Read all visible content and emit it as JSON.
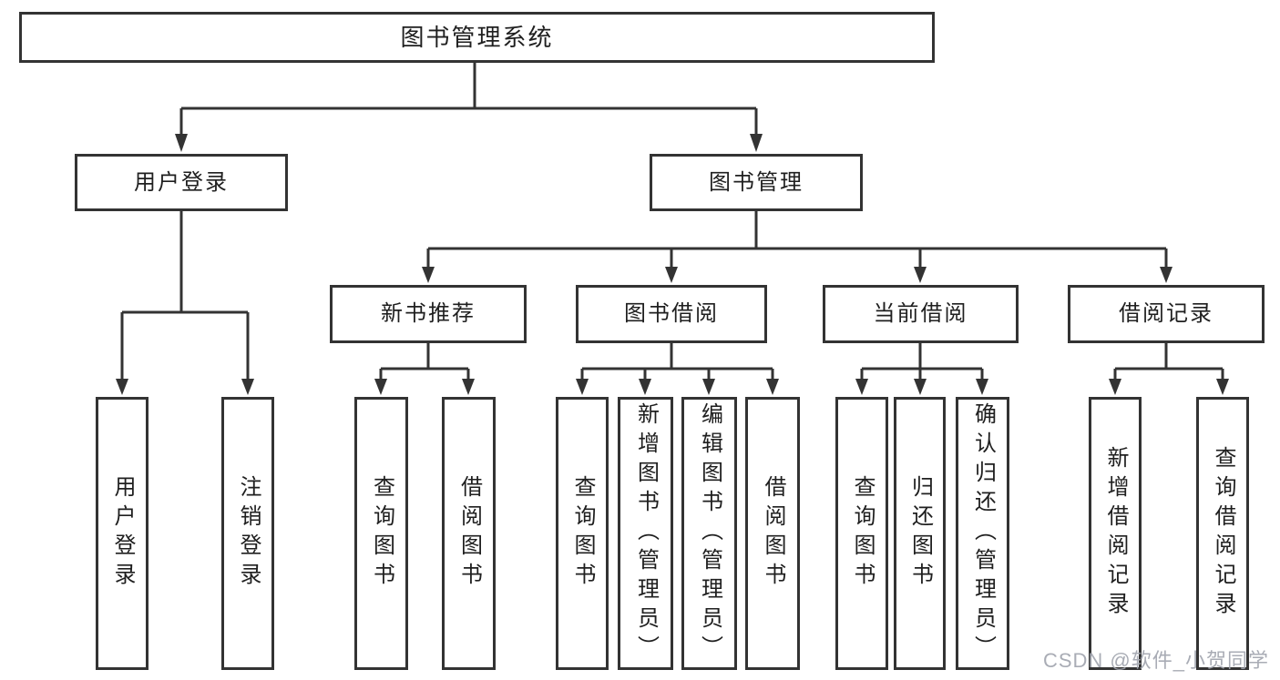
{
  "title": "图书管理系统",
  "colors": {
    "line": "#333333",
    "box_border": "#333333",
    "box_bg": "#ffffff",
    "text": "#1f1f1f",
    "watermark": "#a0a4ad"
  },
  "tree": {
    "root": "图书管理系统",
    "branches": [
      {
        "label": "用户登录",
        "children": [
          "用户登录",
          "注销登录"
        ]
      },
      {
        "label": "图书管理",
        "children": [
          {
            "label": "新书推荐",
            "children": [
              "查询图书",
              "借阅图书"
            ]
          },
          {
            "label": "图书借阅",
            "children": [
              "查询图书",
              "新增图书（管理员）",
              "编辑图书（管理员）",
              "借阅图书"
            ]
          },
          {
            "label": "当前借阅",
            "children": [
              "查询图书",
              "归还图书",
              "确认归还（管理员）"
            ]
          },
          {
            "label": "借阅记录",
            "children": [
              "新增借阅记录",
              "查询借阅记录"
            ]
          }
        ]
      }
    ]
  },
  "watermark": "CSDN @软件_小贺同学"
}
